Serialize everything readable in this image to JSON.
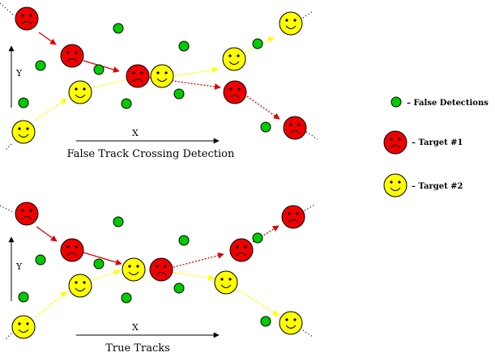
{
  "panels": {
    "top": {
      "caption": "False Track Crossing Detection",
      "axis_x_label": "X",
      "axis_y_label": "Y"
    },
    "bottom": {
      "caption": "True Tracks",
      "axis_x_label": "X",
      "axis_y_label": "Y"
    }
  },
  "legend": {
    "false_detections": "– False Detections",
    "target1": "– Target #1",
    "target2": "– Target #2"
  },
  "colors": {
    "red_target": "#ee0000",
    "yellow_target": "#ffff00",
    "false_detection": "#00cc00",
    "red_track": "#dd0000",
    "yellow_track": "#ffff00"
  }
}
